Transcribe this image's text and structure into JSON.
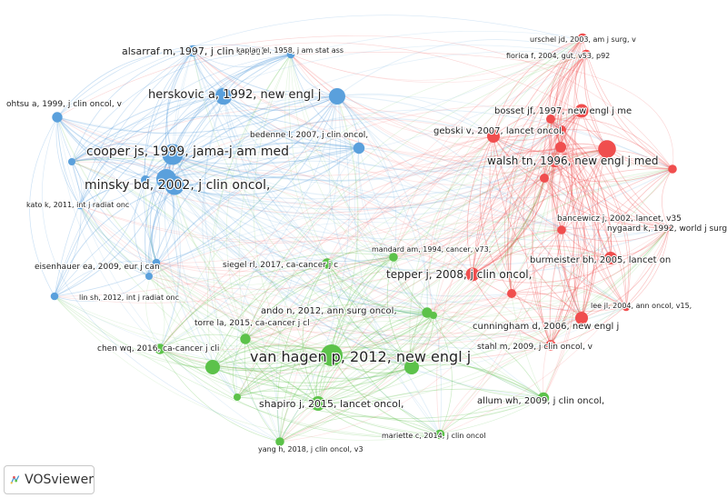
{
  "app": {
    "brand_label": "VOSviewer",
    "logo_icon": "vosviewer-logo-icon"
  },
  "palette": {
    "blue": "#5aa0dc",
    "red": "#f04e4e",
    "green": "#5cc24a"
  },
  "nodes": [
    {
      "id": "alsarraf",
      "label": "alsarraf m, 1997, j clin oncol",
      "cluster": "blue",
      "weight": 0.35
    },
    {
      "id": "kaplan",
      "label": "kaplan el, 1958, j am stat ass",
      "cluster": "blue",
      "weight": 0.15
    },
    {
      "id": "herskovic",
      "label": "herskovic a, 1992, new engl j",
      "cluster": "blue",
      "weight": 0.7
    },
    {
      "id": "ohtsu",
      "label": "ohtsu a, 1999, j clin oncol, v",
      "cluster": "blue",
      "weight": 0.3
    },
    {
      "id": "cooper",
      "label": "cooper js, 1999, jama-j am med",
      "cluster": "blue",
      "weight": 0.95
    },
    {
      "id": "minsky",
      "label": "minsky bd, 2002, j clin oncol,",
      "cluster": "blue",
      "weight": 0.85
    },
    {
      "id": "bedenne",
      "label": "bedenne l, 2007, j clin oncol,",
      "cluster": "blue",
      "weight": 0.35
    },
    {
      "id": "kato",
      "label": "kato k, 2011, int j radiat onc",
      "cluster": "blue",
      "weight": 0.15
    },
    {
      "id": "eisenhauer",
      "label": "eisenhauer ea, 2009, eur j can",
      "cluster": "blue",
      "weight": 0.15
    },
    {
      "id": "linsh",
      "label": "lin sh, 2012, int j radiat onc",
      "cluster": "blue",
      "weight": 0.15
    },
    {
      "id": "urschel",
      "label": "urschel jd, 2003, am j surg, v",
      "cluster": "red",
      "weight": 0.25
    },
    {
      "id": "fiorica",
      "label": "fiorica f, 2004, gut, v53, p92",
      "cluster": "red",
      "weight": 0.25
    },
    {
      "id": "bosset",
      "label": "bosset jf, 1997, new engl j me",
      "cluster": "red",
      "weight": 0.5
    },
    {
      "id": "gebski",
      "label": "gebski v, 2007, lancet oncol,",
      "cluster": "red",
      "weight": 0.45
    },
    {
      "id": "walsh",
      "label": "walsh tn, 1996, new engl j med",
      "cluster": "red",
      "weight": 0.75
    },
    {
      "id": "bancewicz",
      "label": "bancewicz j, 2002, lancet, v35",
      "cluster": "red",
      "weight": 0.2
    },
    {
      "id": "nygaard",
      "label": "nygaard k, 1992, world j surg,",
      "cluster": "red",
      "weight": 0.2
    },
    {
      "id": "burmeister",
      "label": "burmeister bh, 2005, lancet on",
      "cluster": "red",
      "weight": 0.45
    },
    {
      "id": "tepper",
      "label": "tepper j, 2008, j clin oncol,",
      "cluster": "red",
      "weight": 0.5
    },
    {
      "id": "leejl",
      "label": "lee jl, 2004, ann oncol, v15,",
      "cluster": "red",
      "weight": 0.15
    },
    {
      "id": "cunningham",
      "label": "cunningham d, 2006, new engl j",
      "cluster": "red",
      "weight": 0.45
    },
    {
      "id": "stahl",
      "label": "stahl m, 2009, j clin oncol, v",
      "cluster": "red",
      "weight": 0.3
    },
    {
      "id": "mandard",
      "label": "mandard am, 1994, cancer, v73,",
      "cluster": "green",
      "weight": 0.2
    },
    {
      "id": "siegel",
      "label": "siegel rl, 2017, ca-cancer j c",
      "cluster": "green",
      "weight": 0.3
    },
    {
      "id": "ando",
      "label": "ando n, 2012, ann surg oncol,",
      "cluster": "green",
      "weight": 0.3
    },
    {
      "id": "torre",
      "label": "torre la, 2015, ca-cancer j cl",
      "cluster": "green",
      "weight": 0.3
    },
    {
      "id": "chenwq",
      "label": "chen wq, 2016, ca-cancer j cli",
      "cluster": "green",
      "weight": 0.3
    },
    {
      "id": "vanhagen",
      "label": "van hagen p, 2012, new engl j",
      "cluster": "green",
      "weight": 1.0
    },
    {
      "id": "shapiro",
      "label": "shapiro j, 2015, lancet oncol,",
      "cluster": "green",
      "weight": 0.55
    },
    {
      "id": "allum",
      "label": "allum wh, 2009, j clin oncol,",
      "cluster": "green",
      "weight": 0.35
    },
    {
      "id": "mariette",
      "label": "mariette c, 2014, j clin oncol",
      "cluster": "green",
      "weight": 0.25
    },
    {
      "id": "yangh",
      "label": "yang h, 2018, j clin oncol, v3",
      "cluster": "green",
      "weight": 0.2
    }
  ]
}
